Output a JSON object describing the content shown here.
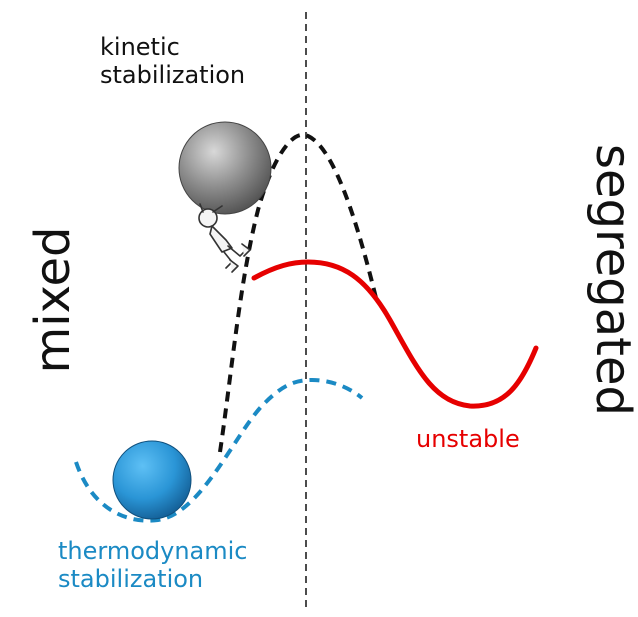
{
  "labels": {
    "kinetic_line1": "kinetic",
    "kinetic_line2": "stabilization",
    "thermo_line1": "thermodynamic",
    "thermo_line2": "stabilization",
    "unstable": "unstable",
    "mixed": "mixed",
    "segregated": "segregated"
  },
  "colors": {
    "kinetic": "#111111",
    "thermodynamic": "#1b8ac4",
    "unstable": "#e60000",
    "gray_ball": "#8a8a8a",
    "blue_ball": "#2a95d6"
  },
  "icons": {
    "gray_ball": "gray-ball-icon",
    "blue_ball": "blue-ball-icon",
    "figure": "pushing-figure-icon"
  }
}
